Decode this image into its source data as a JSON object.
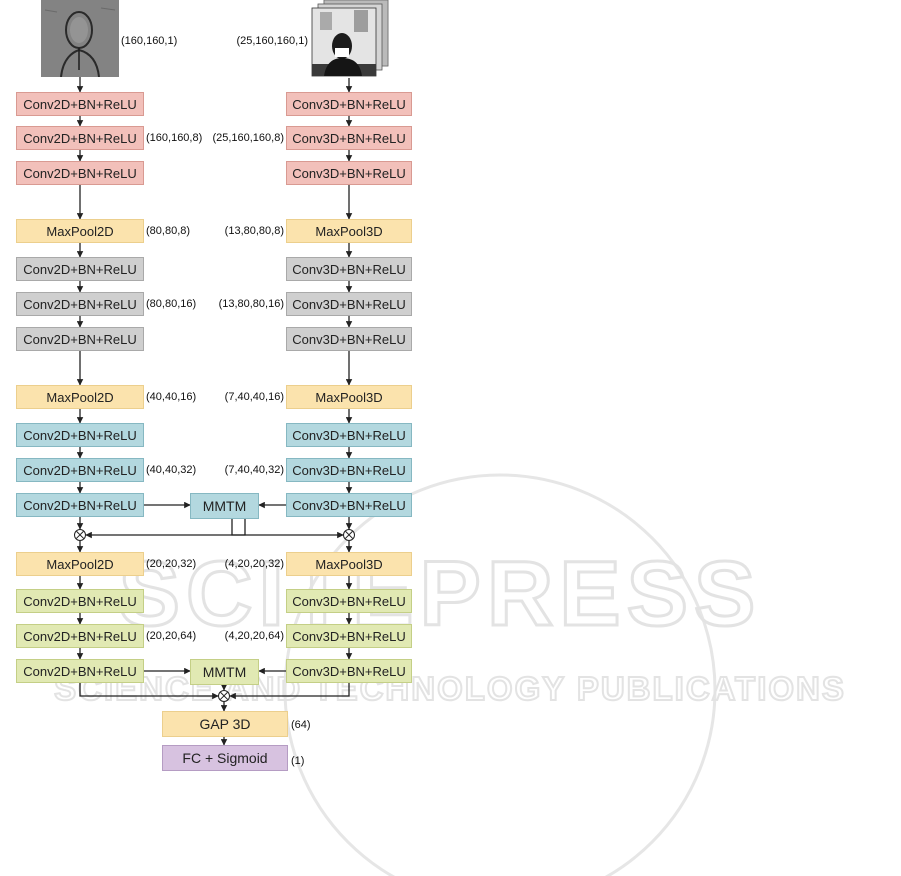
{
  "left_branch": {
    "input_shape": "(160,160,1)",
    "blocks": [
      {
        "label": "Conv2D+BN+ReLU"
      },
      {
        "label": "Conv2D+BN+ReLU"
      },
      {
        "label": "Conv2D+BN+ReLU"
      },
      {
        "label": "MaxPool2D"
      },
      {
        "label": "Conv2D+BN+ReLU"
      },
      {
        "label": "Conv2D+BN+ReLU"
      },
      {
        "label": "Conv2D+BN+ReLU"
      },
      {
        "label": "MaxPool2D"
      },
      {
        "label": "Conv2D+BN+ReLU"
      },
      {
        "label": "Conv2D+BN+ReLU"
      },
      {
        "label": "Conv2D+BN+ReLU"
      },
      {
        "label": "MaxPool2D"
      },
      {
        "label": "Conv2D+BN+ReLU"
      },
      {
        "label": "Conv2D+BN+ReLU"
      },
      {
        "label": "Conv2D+BN+ReLU"
      }
    ],
    "shapes": [
      "(160,160,8)",
      "(80,80,8)",
      "(80,80,16)",
      "(40,40,16)",
      "(40,40,32)",
      "(20,20,32)",
      "(20,20,64)"
    ]
  },
  "right_branch": {
    "input_shape": "(25,160,160,1)",
    "blocks": [
      {
        "label": "Conv3D+BN+ReLU"
      },
      {
        "label": "Conv3D+BN+ReLU"
      },
      {
        "label": "Conv3D+BN+ReLU"
      },
      {
        "label": "MaxPool3D"
      },
      {
        "label": "Conv3D+BN+ReLU"
      },
      {
        "label": "Conv3D+BN+ReLU"
      },
      {
        "label": "Conv3D+BN+ReLU"
      },
      {
        "label": "MaxPool3D"
      },
      {
        "label": "Conv3D+BN+ReLU"
      },
      {
        "label": "Conv3D+BN+ReLU"
      },
      {
        "label": "Conv3D+BN+ReLU"
      },
      {
        "label": "MaxPool3D"
      },
      {
        "label": "Conv3D+BN+ReLU"
      },
      {
        "label": "Conv3D+BN+ReLU"
      },
      {
        "label": "Conv3D+BN+ReLU"
      }
    ],
    "shapes": [
      "(25,160,160,8)",
      "(13,80,80,8)",
      "(13,80,80,16)",
      "(7,40,40,16)",
      "(7,40,40,32)",
      "(4,20,20,32)",
      "(4,20,20,64)"
    ]
  },
  "fusion": {
    "mmtm_label_1": "MMTM",
    "mmtm_label_2": "MMTM"
  },
  "head": {
    "gap_label": "GAP 3D",
    "gap_shape": "(64)",
    "fc_label": "FC + Sigmoid",
    "fc_shape": "(1)"
  },
  "watermark": {
    "big": "SCITEPRESS",
    "small": "SCIENCE AND TECHNOLOGY PUBLICATIONS"
  },
  "colors": {
    "conv_red": "#f2c0ba",
    "pool": "#fbe3ad",
    "conv_gray": "#cfcfcf",
    "conv_blue": "#b3d8df",
    "conv_green": "#e1e9b3",
    "fc": "#d7c2e0",
    "arrow": "#222222"
  }
}
